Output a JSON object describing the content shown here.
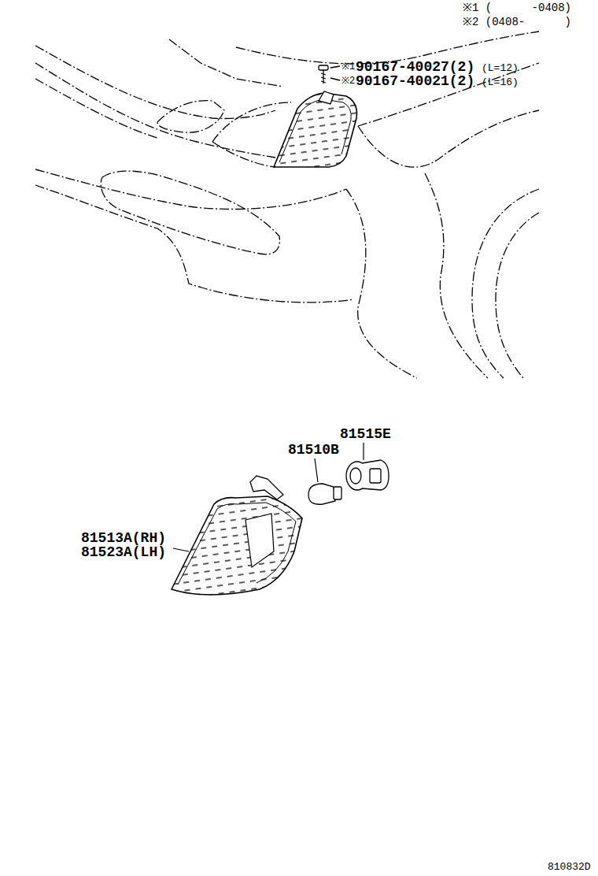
{
  "diagram": {
    "labels": [
      "※1 (      -0408)",
      "※2 (0408-      )",
      "※1",
      "90167-40027(2)",
      "(L=12)",
      "※2",
      "90167-40021(2)",
      "(L=16)",
      "81515E",
      "81510B",
      "81513A(RH)",
      "81523A(LH)",
      "810832D"
    ]
  }
}
